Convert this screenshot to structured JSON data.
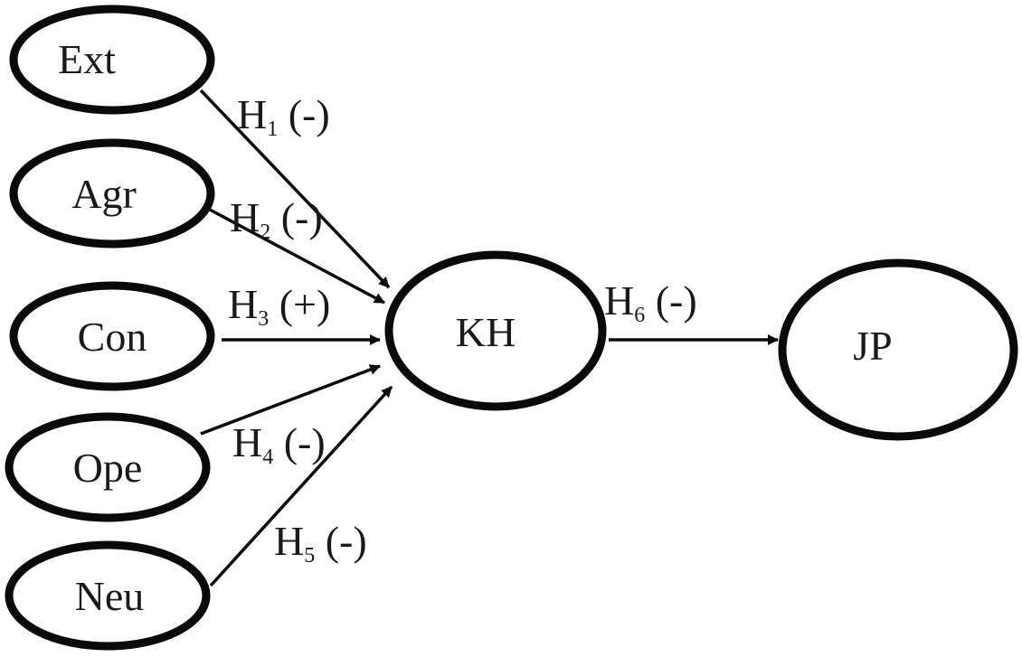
{
  "colors": {
    "stroke": "#0a0a0a",
    "text": "#1a1a1a",
    "background": "#ffffff"
  },
  "nodes": {
    "ext": "Ext",
    "agr": "Agr",
    "con": "Con",
    "ope": "Ope",
    "neu": "Neu",
    "kh": "KH",
    "jp": "JP"
  },
  "edges": {
    "h1": {
      "letter": "H",
      "index": "1",
      "sign": " (-)"
    },
    "h2": {
      "letter": "H",
      "index": "2",
      "sign": " (-)"
    },
    "h3": {
      "letter": "H",
      "index": "3",
      "sign": " (+)"
    },
    "h4": {
      "letter": "H",
      "index": "4",
      "sign": " (-)"
    },
    "h5": {
      "letter": "H",
      "index": "5",
      "sign": " (-)"
    },
    "h6": {
      "letter": "H",
      "index": "6",
      "sign": " (-)"
    }
  }
}
